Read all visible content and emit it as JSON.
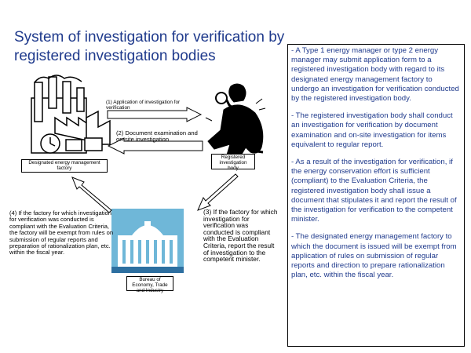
{
  "title": "System of investigation for verification by registered investigation bodies",
  "arrows": {
    "step1": "(1) Application of investigation for verification",
    "step2": "(2) Document examination and on-site investigation",
    "step3": "(3) If the factory for which investigation for verification was conducted is compliant with the Evaluation Criteria, report the result of investigation to the competent minister.",
    "step4": "(4) If the factory for which investigation for verification was conducted is compliant with the Evaluation Criteria, the factory will be  exempt from rules on submission of regular reports and preparation of rationalization plan, etc. within the fiscal year."
  },
  "entities": {
    "factory": "Designated energy management factory",
    "body": "Registered investigation body",
    "ministry": "Bureau of Economy, Trade and Industry"
  },
  "notes": [
    "- A Type 1 energy manager or type 2 energy manager may submit application form to a registered investigation body with regard to its designated energy management factory to undergo an investigation for verification conducted by the registered investigation body.",
    "- The registered investigation body shall conduct an investigation for verification by document examination and on-site investigation for items equivalent to regular report.",
    "- As a result of the investigation for verification, if the energy conservation effort is sufficient (compliant) to the Evaluation Criteria, the registered investigation body shall issue a document that stipulates it and report the result of the investigation for verification to the competent minister.",
    "- The designated energy management factory to which the document is issued will be exempt from application of rules on submission of regular reports and direction to prepare rationalization plan, etc. within the fiscal year."
  ],
  "colors": {
    "title": "#1f3a8c",
    "notes_text": "#1f3a8c",
    "building": "#6fb7d8"
  }
}
